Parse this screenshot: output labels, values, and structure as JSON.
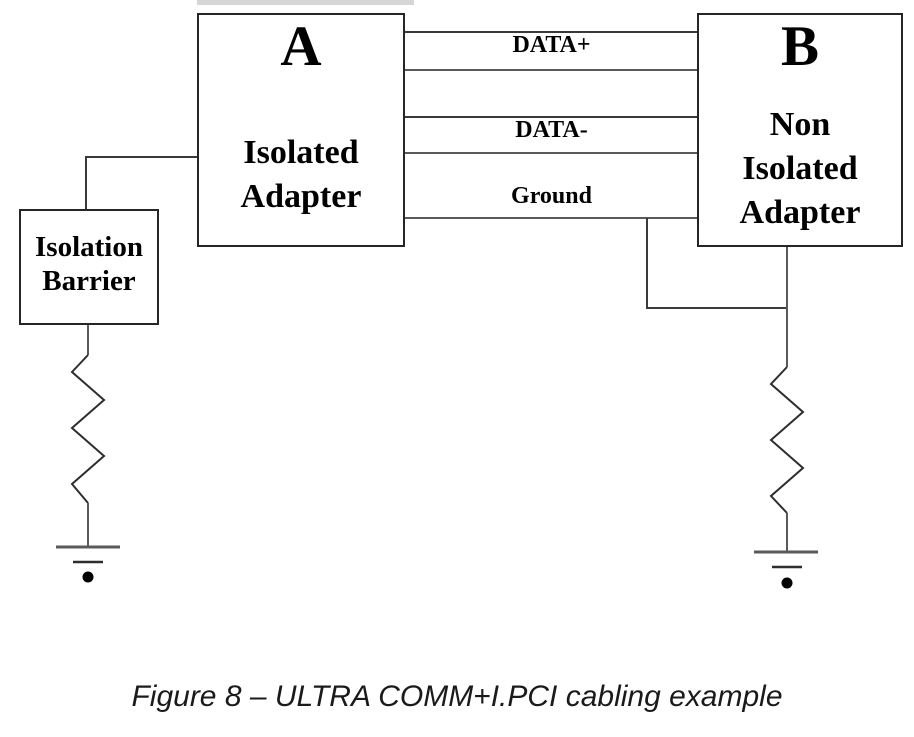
{
  "boxes": {
    "isolated_adapter": {
      "letter": "A",
      "lines": [
        "Isolated",
        "Adapter"
      ]
    },
    "non_isolated_adapter": {
      "letter": "B",
      "lines": [
        "Non",
        "Isolated",
        "Adapter"
      ]
    },
    "isolation_barrier": {
      "lines": [
        "Isolation",
        "Barrier"
      ]
    }
  },
  "wire_labels": {
    "data_plus": "DATA+",
    "data_minus": "DATA-",
    "ground": "Ground"
  },
  "caption": "Figure 8 – ULTRA COMM+I.PCI cabling example",
  "colors": {
    "wire": "#5a5a5a",
    "component": "#2e2e2e",
    "box_border": "#262626",
    "text": "#000000",
    "background": "#ffffff",
    "artifact_bar": "#d6d6d6"
  }
}
